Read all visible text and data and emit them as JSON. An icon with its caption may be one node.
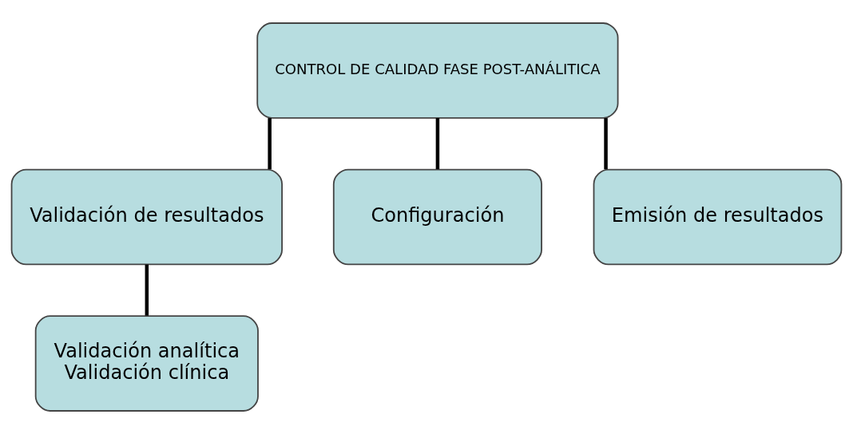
{
  "diagram": {
    "nodes": [
      {
        "text": [
          "CONTROL DE CALIDAD FASE POST-ANÁLITICA"
        ]
      },
      {
        "text": [
          "Validación de resultados"
        ]
      },
      {
        "text": [
          "Configuración"
        ]
      },
      {
        "text": [
          "Emisión de resultados"
        ]
      },
      {
        "text": [
          "Validación analítica",
          "Validación clínica"
        ]
      }
    ],
    "edges": [
      {
        "from": 0,
        "to": 1,
        "arrow": "none"
      },
      {
        "from": 0,
        "to": 2,
        "arrow": "none"
      },
      {
        "from": 0,
        "to": 3,
        "arrow": "none"
      },
      {
        "from": 1,
        "to": 4,
        "arrow": "none"
      }
    ]
  }
}
